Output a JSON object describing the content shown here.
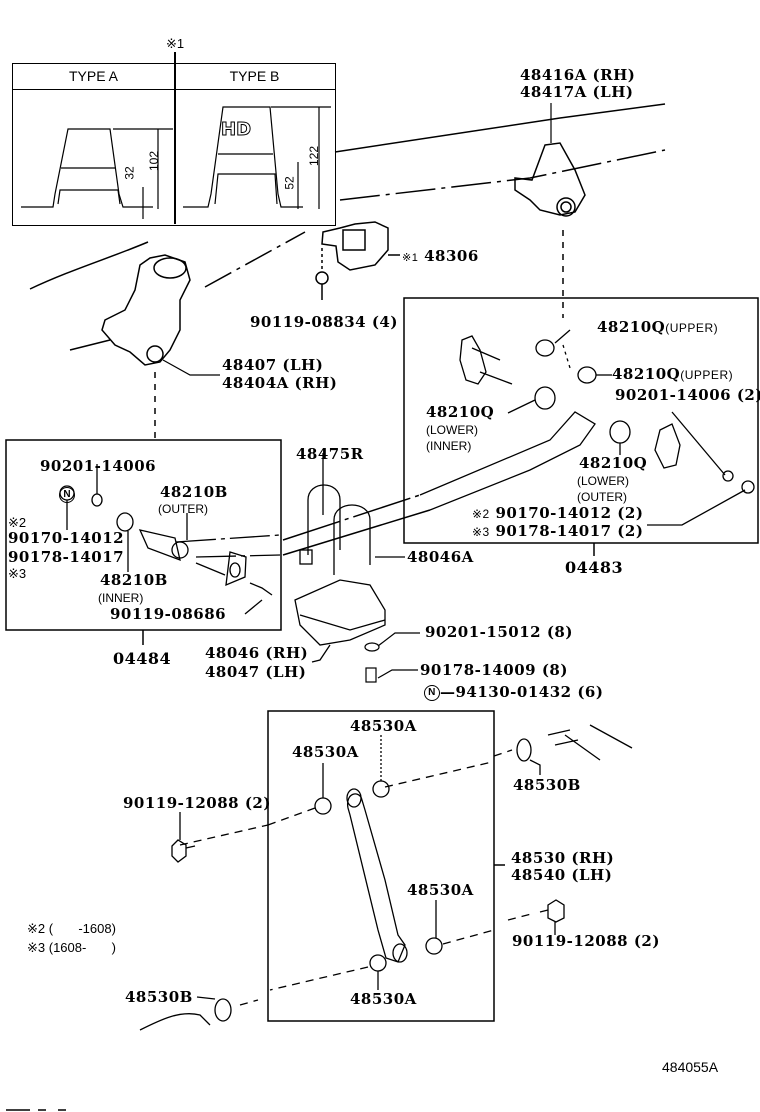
{
  "diagram": {
    "type_table": {
      "marker": "※1",
      "type_a": {
        "header": "TYPE A",
        "dim_low": "32",
        "dim_high": "102"
      },
      "type_b": {
        "header": "TYPE B",
        "badge": "HD",
        "dim_low": "52",
        "dim_high": "122"
      }
    },
    "parts": {
      "bracket_rear": [
        "48416A (RH)",
        "48417A (LH)"
      ],
      "bumper": {
        "marker": "※1",
        "number": "48306"
      },
      "bumper_bolt": "90119-08834 (4)",
      "bracket_front": [
        "48407   (LH)",
        "48404A (RH)"
      ],
      "shackle_kit": {
        "bushing_upper_1": {
          "number": "48210Q",
          "note": "(UPPER)"
        },
        "bushing_upper_2": {
          "number": "48210Q",
          "note": "(UPPER)"
        },
        "washer": "90201-14006 (2)",
        "bushing_lower_inner": {
          "number": "48210Q",
          "notes": [
            "(LOWER)",
            "(INNER)"
          ]
        },
        "bushing_lower_outer": {
          "number": "48210Q",
          "notes": [
            "(LOWER)",
            "(OUTER)"
          ]
        },
        "nut_1": {
          "marker": "※2",
          "number": "90170-14012 (2)"
        },
        "nut_2": {
          "marker": "※3",
          "number": "90178-14017 (2)"
        },
        "kit_number": "04483"
      },
      "front_kit": {
        "washer": "90201-14006",
        "n_symbol": "N",
        "marker_2": "※2",
        "nut_1": "90170-14012",
        "nut_2": "90178-14017",
        "marker_3": "※3",
        "bushing_outer": {
          "number": "48210B",
          "note": "(OUTER)"
        },
        "bushing_inner": {
          "number": "48210B",
          "note": "(INNER)"
        },
        "bolt": "90119-08686",
        "kit_number": "04484"
      },
      "spring_bumper": "48475R",
      "u_bolt": "48046A",
      "seat_plate": [
        "48046 (RH)",
        "48047 (LH)"
      ],
      "washer_u": "90201-15012 (8)",
      "nut_u": "90178-14009 (8)",
      "n_nut": {
        "symbol": "N",
        "number": "94130-01432 (6)"
      },
      "shock": {
        "bushing_a": "48530A",
        "bushing_b": "48530B",
        "bolt": "90119-12088 (2)",
        "absorber": [
          "48530 (RH)",
          "48540 (LH)"
        ]
      }
    },
    "footnotes": [
      "※2 (       -1608)",
      "※3 (1608-       )"
    ],
    "figure_id": "484055A"
  }
}
